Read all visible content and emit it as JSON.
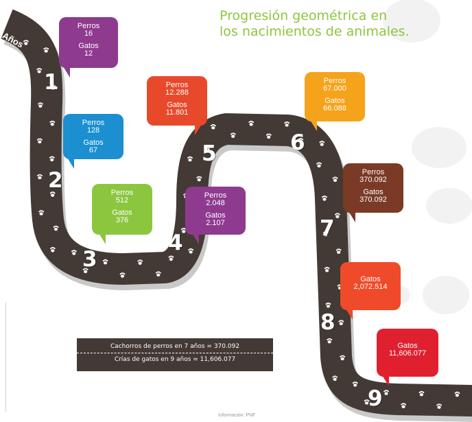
{
  "title": {
    "line1": "Progresión geométrica en",
    "line2": "los nacimientos de animales."
  },
  "road_label": "Años",
  "steps": [
    {
      "year": "1",
      "perros_label": "Perros",
      "perros": "16",
      "gatos_label": "Gatos",
      "gatos": "12",
      "color": "#8e3a8e"
    },
    {
      "year": "2",
      "perros_label": "Perros",
      "perros": "128",
      "gatos_label": "Gatos",
      "gatos": "67",
      "color": "#1b8fd0"
    },
    {
      "year": "3",
      "perros_label": "Perros",
      "perros": "512",
      "gatos_label": "Gatos",
      "gatos": "376",
      "color": "#8cc63f"
    },
    {
      "year": "4",
      "perros_label": "Perros",
      "perros": "2.048",
      "gatos_label": "Gatos",
      "gatos": "2.107",
      "color": "#8e3a8e"
    },
    {
      "year": "5",
      "perros_label": "Perros",
      "perros": "12.288",
      "gatos_label": "Gatos",
      "gatos": "11.801",
      "color": "#e8492a"
    },
    {
      "year": "6",
      "perros_label": "Perros",
      "perros": "67.000",
      "gatos_label": "Gatos",
      "gatos": "66.088",
      "color": "#f5a31a"
    },
    {
      "year": "7",
      "perros_label": "Perros",
      "perros": "370.092",
      "gatos_label": "Gatos",
      "gatos": "370.092",
      "color": "#7a3a26"
    },
    {
      "year": "8",
      "gatos_label": "Gatos",
      "gatos": "2,072.514",
      "color": "#ef4b2b"
    },
    {
      "year": "9",
      "gatos_label": "Gatos",
      "gatos": "11,606.077",
      "color": "#e0202f"
    }
  ],
  "summary": {
    "line1": "Cachorros de perros en 7 años = 370.092",
    "line2": "Crías de gatos en 9 años = 11,606.077"
  },
  "source": "Información: PNF",
  "colors": {
    "road": "#433a35",
    "road_shadow": "#c9c9c9",
    "paw": "#ffffff",
    "paw_bg": "#f1f1f1",
    "title": "#8cc63f"
  }
}
